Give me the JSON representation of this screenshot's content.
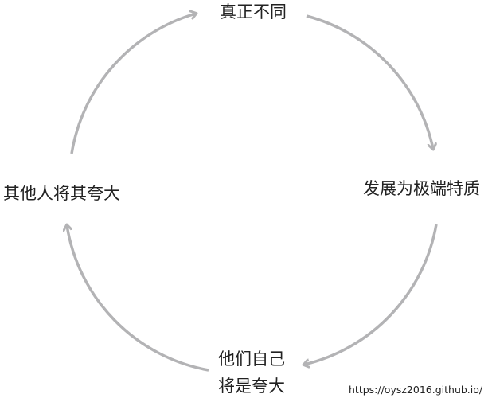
{
  "diagram": {
    "nodes": [
      {
        "id": "top",
        "label": "真正不同"
      },
      {
        "id": "right",
        "label": "发展为极端特质"
      },
      {
        "id": "bottom",
        "lines": [
          "他们自己",
          "将是夸大"
        ]
      },
      {
        "id": "left",
        "label": "其他人将其夸大"
      }
    ],
    "edges": [
      {
        "from": "top",
        "to": "right"
      },
      {
        "from": "right",
        "to": "bottom"
      },
      {
        "from": "bottom",
        "to": "left"
      },
      {
        "from": "left",
        "to": "top"
      }
    ],
    "arrow_color": "#b3b3b5"
  },
  "watermark": "https://oysz2016.github.io/"
}
